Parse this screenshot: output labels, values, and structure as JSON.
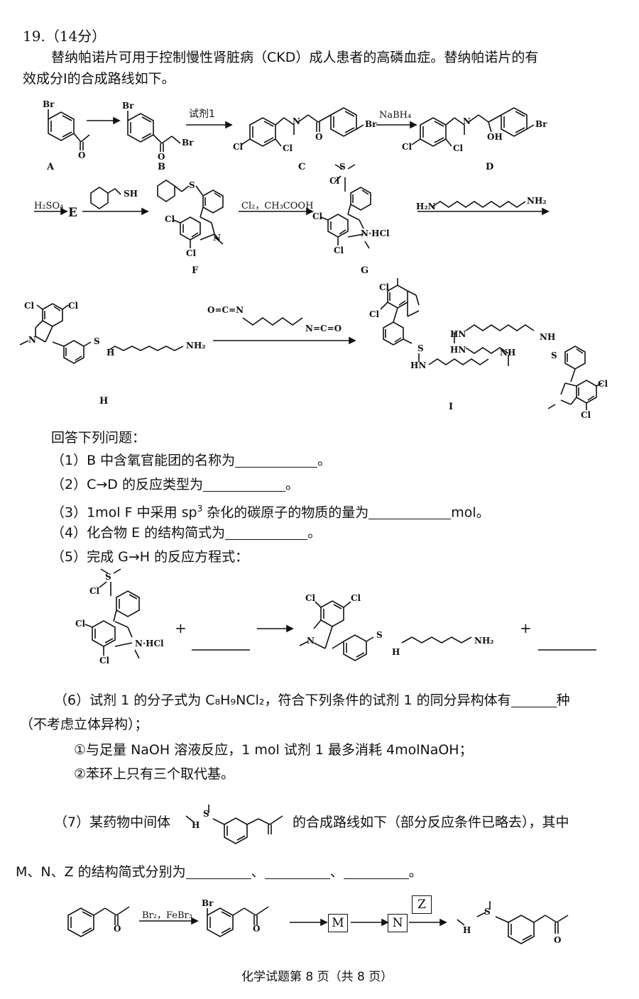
{
  "question": {
    "number_score": "19.（14分）",
    "intro_line1": "替纳帕诺片可用于控制慢性肾脏病（CKD）成人患者的高磷血症。替纳帕诺片的有",
    "intro_line2": "效成分Ⅰ的合成路线如下。"
  },
  "scheme": {
    "labels": {
      "A": "A",
      "B": "B",
      "C": "C",
      "D": "D",
      "E": "E",
      "F": "F",
      "G": "G",
      "H": "H",
      "I": "I"
    },
    "reagents": {
      "ab": "",
      "bc": "试剂1",
      "cd": "NaBH₄",
      "de_acid": "H₂SO₄",
      "ef": "SH",
      "fg": "Cl₂，CH₃COOH",
      "gh_left": "H₂N",
      "gh_right": "NH₂",
      "hi_left": "O=C=N",
      "hi_right": "N=C=O"
    },
    "atoms": {
      "Br": "Br",
      "O": "O",
      "Cl": "Cl",
      "N": "N",
      "OH": "OH",
      "S": "S",
      "NHCl": "N·HCl",
      "NH2": "NH₂",
      "NH": "NH",
      "HN": "HN",
      "H": "H",
      "ClSO": "Cl"
    }
  },
  "questions": {
    "heading": "回答下列问题：",
    "q1": "（1）B 中含氧官能团的名称为",
    "q1_end": "。",
    "q2": "（2）C→D 的反应类型为",
    "q2_end": "。",
    "q3_a": "（3）1mol F 中采用 sp",
    "q3_sup": "3",
    "q3_b": " 杂化的碳原子的物质的量为",
    "q3_end": "mol。",
    "q4": "（4）化合物 E 的结构简式为",
    "q4_end": "。",
    "q5": "（5）完成 G→H 的反应方程式：",
    "q5_plus1": "+",
    "q5_plus2": "+",
    "q6_a": "（6）试剂 1 的分子式为 C₈H₉NCl₂，符合下列条件的试剂 1 的同分异构体有",
    "q6_b": "种",
    "q6_c": "（不考虑立体异构）；",
    "q6_cond1": "①与足量 NaOH 溶液反应，1 mol 试剂 1 最多消耗 4molNaOH；",
    "q6_cond2": "②苯环上只有三个取代基。",
    "q7_a": "（7）某药物中间体",
    "q7_b": "的合成路线如下（部分反应条件已略去），其中",
    "q7_c": "M、N、Z 的结构简式分别为",
    "q7_sep1": "、",
    "q7_sep2": "、",
    "q7_end": "。",
    "q7_reagent": "Br₂，FeBr₃",
    "q7_boxes": {
      "M": "M",
      "N": "N",
      "Z": "Z"
    }
  },
  "footer": "化学试题第 8 页（共 8 页）"
}
